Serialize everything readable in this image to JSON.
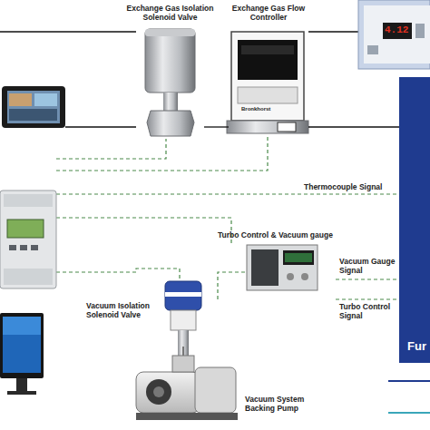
{
  "diagram": {
    "nodes": [
      {
        "text": [
          "Exchange Gas Isolation Solenoid Valve"
        ]
      },
      {
        "text": [
          "Exchange Gas Flow Controller"
        ]
      },
      {
        "text": [
          "Turbo Control & Vacuum gauge"
        ]
      },
      {
        "text": [
          "Vacuum Isolation Solenoid Valve"
        ]
      },
      {
        "text": [
          "Vacuum System Backing Pump"
        ]
      },
      {
        "text": [
          "Fur"
        ]
      }
    ],
    "edges": [
      {
        "from": 0,
        "to": 1,
        "arrow": "none"
      },
      {
        "from": 1,
        "to": 5,
        "arrow": "none"
      },
      {
        "from": 2,
        "to": 5,
        "label": "Vacuum Gauge Signal",
        "arrow": "none"
      },
      {
        "from": 2,
        "to": 5,
        "label": "Turbo Control Signal",
        "arrow": "none"
      },
      {
        "from": 3,
        "to": 4,
        "arrow": "none"
      }
    ],
    "labels": [
      "Thermocouple Signal",
      "Bronkhorst",
      "4.12"
    ]
  }
}
